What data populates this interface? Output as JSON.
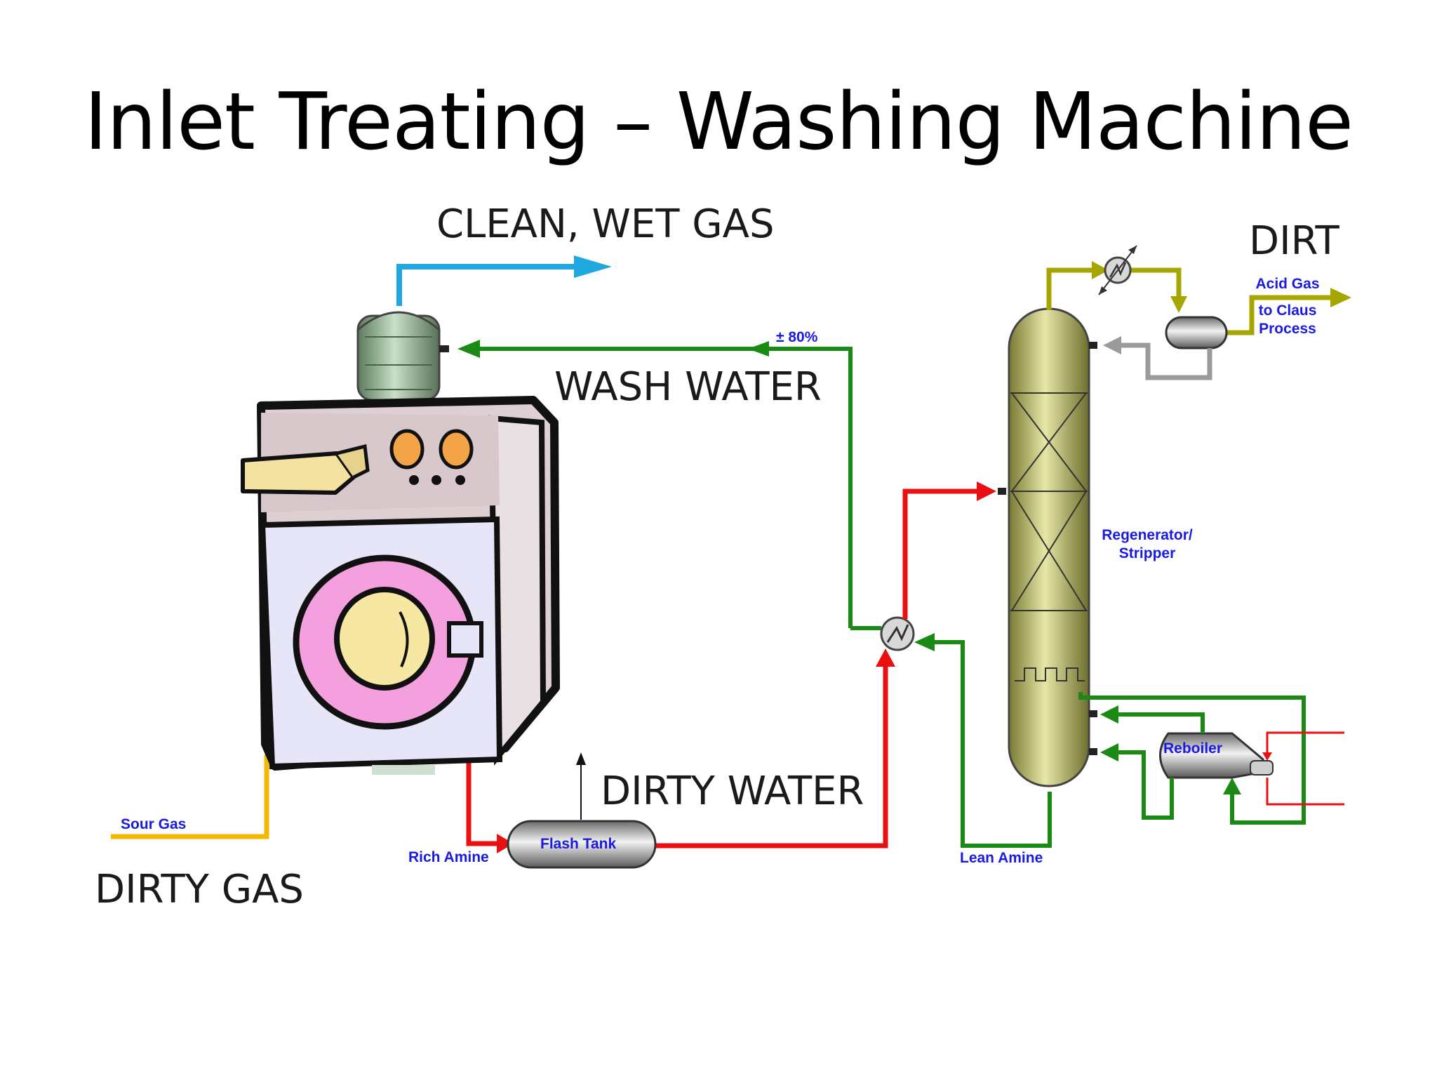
{
  "slide": {
    "title": "Inlet Treating – Washing Machine"
  },
  "labels": {
    "clean_wet_gas": "CLEAN, WET GAS",
    "wash_water": "WASH WATER",
    "dirty_water": "DIRTY WATER",
    "dirty_gas": "DIRTY GAS",
    "dirt": "DIRT"
  },
  "process": {
    "percent": "± 80%",
    "sour_gas": "Sour Gas",
    "rich_amine": "Rich Amine",
    "flash_tank": "Flash Tank",
    "lean_amine": "Lean Amine",
    "regenerator_line1": "Regenerator/",
    "regenerator_line2": "Stripper",
    "reboiler": "Reboiler",
    "acid_gas_line1": "Acid Gas",
    "acid_gas_line2": "to Claus",
    "acid_gas_line3": "Process"
  },
  "colors": {
    "clean_gas": "#1fa8e0",
    "wash_water": "#1a8a14",
    "rich_amine": "#e81010",
    "sour_gas": "#f5b800",
    "acid_gas": "#a6a600",
    "reflux": "#9a9a9a",
    "label_blue": "#1a1ae0"
  }
}
